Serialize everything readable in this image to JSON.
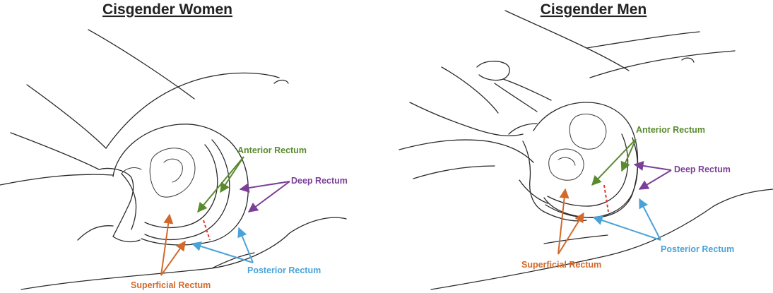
{
  "titles": {
    "women": "Cisgender Women",
    "men": "Cisgender Men"
  },
  "labels": {
    "anterior": "Anterior Rectum",
    "deep": "Deep Rectum",
    "posterior": "Posterior Rectum",
    "superficial": "Superficial Rectum"
  },
  "colors": {
    "anterior": "#5a8a2e",
    "deep": "#7b3f98",
    "posterior": "#4aa3d8",
    "superficial": "#d2692a",
    "boundary": "#e0362c",
    "ink": "#2a2a2a"
  }
}
